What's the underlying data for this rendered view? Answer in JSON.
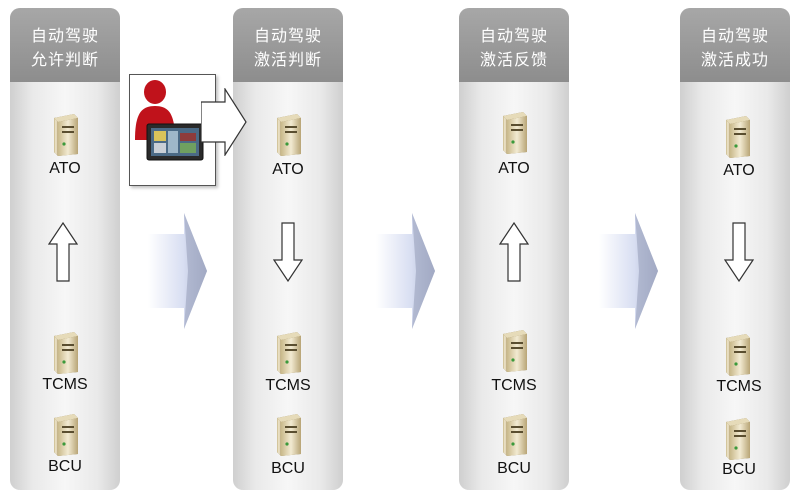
{
  "columns": [
    {
      "title_line1": "自动驾驶",
      "title_line2": "允许判断",
      "ato": "ATO",
      "tcms": "TCMS",
      "bcu": "BCU",
      "arrow": "up"
    },
    {
      "title_line1": "自动驾驶",
      "title_line2": "激活判断",
      "ato": "ATO",
      "tcms": "TCMS",
      "bcu": "BCU",
      "arrow": "down"
    },
    {
      "title_line1": "自动驾驶",
      "title_line2": "激活反馈",
      "ato": "ATO",
      "tcms": "TCMS",
      "bcu": "BCU",
      "arrow": "up"
    },
    {
      "title_line1": "自动驾驶",
      "title_line2": "激活成功",
      "ato": "ATO",
      "tcms": "TCMS",
      "bcu": "BCU",
      "arrow": "down"
    }
  ],
  "icons": {
    "server": "server-icon",
    "driver": "driver-icon",
    "monitor": "monitor-icon",
    "flow_arrow": "chevron-right-icon"
  },
  "colors": {
    "header": "#8d8d8d",
    "driver": "#c0121b",
    "flow_arrow": "#d8def2"
  }
}
